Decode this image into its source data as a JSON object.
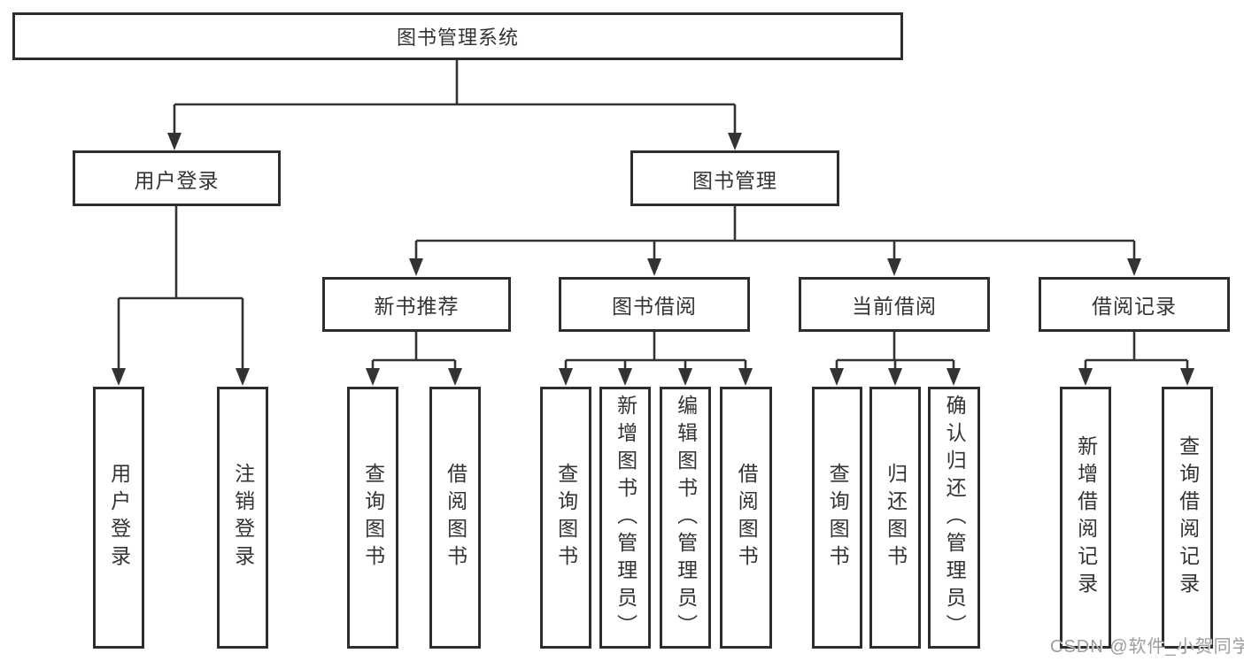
{
  "diagram": {
    "type": "hierarchy-tree",
    "colors": {
      "line": "#333333",
      "box_border": "#2e2e2e",
      "text": "#333333",
      "watermark": "#9d9d9d",
      "background": "#ffffff"
    },
    "tree": {
      "label": "图书管理系统",
      "children": [
        {
          "label": "用户登录",
          "children": [
            {
              "label": "用户登录"
            },
            {
              "label": "注销登录"
            }
          ]
        },
        {
          "label": "图书管理",
          "children": [
            {
              "label": "新书推荐",
              "children": [
                {
                  "label": "查询图书"
                },
                {
                  "label": "借阅图书"
                }
              ]
            },
            {
              "label": "图书借阅",
              "children": [
                {
                  "label": "查询图书"
                },
                {
                  "label": "新增图书（管理员）"
                },
                {
                  "label": "编辑图书（管理员）"
                },
                {
                  "label": "借阅图书"
                }
              ]
            },
            {
              "label": "当前借阅",
              "children": [
                {
                  "label": "查询图书"
                },
                {
                  "label": "归还图书"
                },
                {
                  "label": "确认归还（管理员）"
                }
              ]
            },
            {
              "label": "借阅记录",
              "children": [
                {
                  "label": "新增借阅记录"
                },
                {
                  "label": "查询借阅记录"
                }
              ]
            }
          ]
        }
      ]
    },
    "watermark": "CSDN @软件_小贺同学"
  }
}
